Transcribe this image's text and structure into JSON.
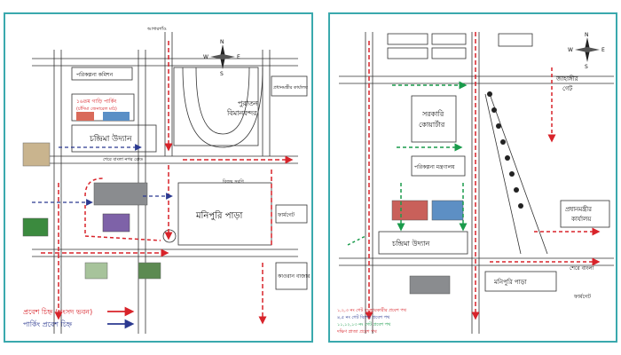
{
  "left_map": {
    "compass": {
      "n": "N",
      "s": "S",
      "e": "E",
      "w": "W"
    },
    "labels": {
      "planning_commission": "পরিকল্পনা কমিশন",
      "parking_16th": "১৬তম গাড়ি পার্কিং",
      "parking_16th_sub": "(চাঁদিমা জেনারেল মাঠ)",
      "old_airport_1": "পুরাতন",
      "old_airport_2": "বিমানবন্দর",
      "pm_office": "প্রধানমন্ত্রীর কার্যালয়",
      "chandrima_udyan": "চন্দ্রিমা উদ্যান",
      "sher_e_bangla_road": "শেরে বাংলা নগর রোড",
      "manipuri_para": "মনিপুরি পাড়া",
      "farmgate": "ফার্মগেট",
      "karwan_bazar": "কাওরান বাজার",
      "agargaon": "আগারগাঁও",
      "bijoy_sarani": "বিজয় সরণি"
    },
    "legend": [
      {
        "label": "প্রবেশ চিহ্ন (সংসদ ভবন)",
        "color": "#d8232a"
      },
      {
        "label": "পার্কিং প্রবেশ চিহ্ন",
        "color": "#2b3990"
      }
    ]
  },
  "right_map": {
    "compass": {
      "n": "N",
      "s": "S",
      "e": "E",
      "w": "W"
    },
    "labels": {
      "govt_quarter_1": "সরকারি",
      "govt_quarter_2": "কোয়ার্টার",
      "parikalpana": "পরিকল্পনা মন্ত্রণালয়",
      "jahangir_gate_1": "জাহাঙ্গীর",
      "jahangir_gate_2": "গেট",
      "pm_office_1": "প্রধানমন্ত্রীর",
      "pm_office_2": "কার্যালয়",
      "chandrima_udyan": "চন্দ্রিমা উদ্যান",
      "manipuri_para": "মনিপুরি পাড়া",
      "farmgate": "ফার্মগেট",
      "sher_e_bangla": "শেরে বাংলা"
    },
    "legend": [
      {
        "label": "১,২,৩ নং গেট ব্যবহারকারীর প্রবেশ পথ",
        "color": "#d8232a"
      },
      {
        "label": "৪,৫ নং গেট বিশেষ প্রবেশ পথ",
        "color": "#2b3990"
      },
      {
        "label": "১১,১২,১৩ নং গেট প্রবেশ পথ",
        "color": "#1a9b4b"
      },
      {
        "label": "দক্ষিণ প্লাজা প্রবেশ পথ",
        "color": "#d8232a"
      }
    ]
  },
  "colors": {
    "frame": "#3aa9ad",
    "red": "#d8232a",
    "blue": "#2b3990",
    "green": "#1a9b4b"
  }
}
